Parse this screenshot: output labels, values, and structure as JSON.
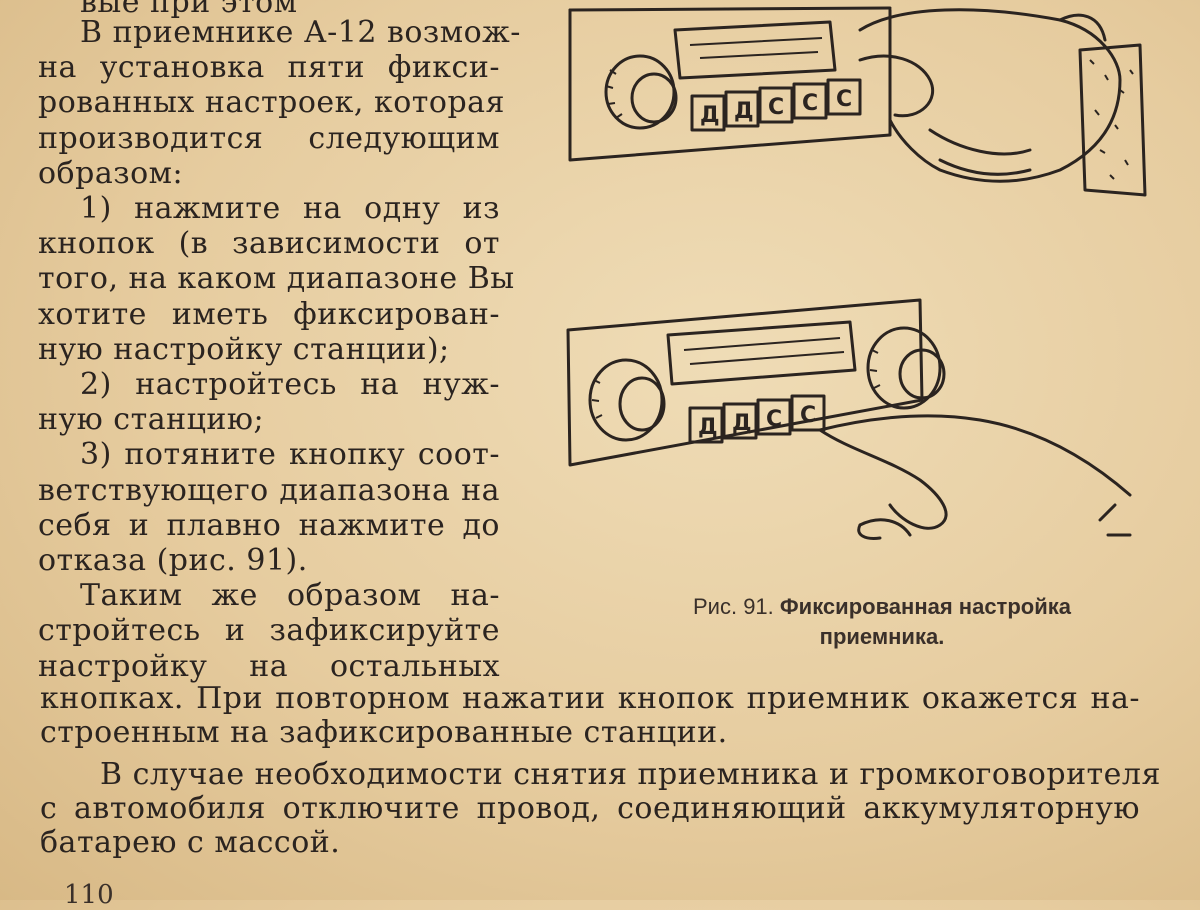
{
  "top_fragment": "вые при этом",
  "column_lines": [
    "В приемнике А-12 возмож-",
    "на  установка  пяти фикси-",
    "рованных настроек, которая",
    "производится    следующим",
    "образом:",
    "1) нажмите на одну из",
    "кнопок (в зависимости от",
    "того, на каком диапазоне Вы",
    "хотите иметь фиксирован-",
    "ную настройку станции);",
    "2) настройтесь на нуж-",
    "ную станцию;",
    "3) потяните кнопку соот-",
    "ветствующего диапазона на",
    "себя и плавно нажмите до",
    "отказа (рис. 91).",
    "Таким же образом на-",
    "стройтесь и зафиксируйте",
    "настройку на остальных"
  ],
  "full_lines": [
    "кнопках. При повторном  нажатии  кнопок приемник окажется на-",
    "строенным на зафиксированные станции.",
    "В случае необходимости снятия приемника и громкоговорителя",
    "с автомобиля  отключите  провод, соединяющий  аккумуляторную",
    "батарею с массой."
  ],
  "figure": {
    "caption_prefix": "Рис. 91.",
    "caption_title_line1": "Фиксированная настройка",
    "caption_title_line2": "приемника.",
    "top_keys": [
      "Д",
      "Д",
      "С",
      "С",
      "С"
    ],
    "bottom_keys": [
      "Д",
      "Д",
      "С",
      "С"
    ]
  },
  "page_number": "110"
}
